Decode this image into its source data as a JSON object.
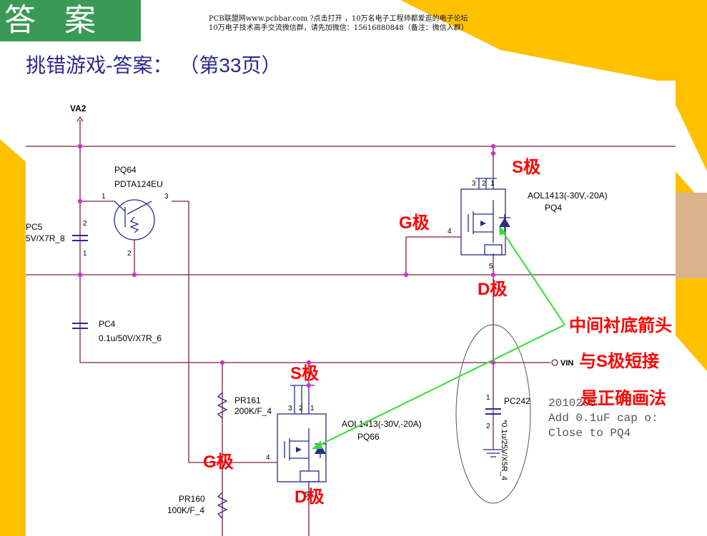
{
  "badge": {
    "text": "答案"
  },
  "banner": {
    "line1": "PCB联盟网www.pcbbar.com ?点击打开 ，10万名电子工程师都爱逛的电子论坛",
    "line2": "10万电子技术高手交流微信群，请先加微信：15616880848（备注：微信入群）"
  },
  "heading": {
    "prefix": "挑错游戏-答案：  （第",
    "page": "33",
    "suffix": "页）"
  },
  "schematic": {
    "rail": "VA2",
    "vin": "VIN",
    "pq64": {
      "ref": "PQ64",
      "part": "PDTA124EU",
      "pins": [
        "1",
        "3",
        "2"
      ]
    },
    "pc5": {
      "ref": "PC5",
      "value": "5V/X7R_8",
      "pins": [
        "2",
        "1"
      ]
    },
    "pc4": {
      "ref": "PC4",
      "value": "0.1u/50V/X7R_6"
    },
    "pq4": {
      "ref": "PQ4",
      "part": "AOL1413(-30V,-20A)",
      "pins": [
        "3",
        "2",
        "1",
        "4",
        "5"
      ]
    },
    "pq66": {
      "ref": "PQ66",
      "part": "AOL1413(-30V,-20A)",
      "pins": [
        "3",
        "2",
        "1",
        "4",
        "5"
      ]
    },
    "pr161": {
      "ref": "PR161",
      "value": "200K/F_4"
    },
    "pr160": {
      "ref": "PR160",
      "value": "100K/F_4"
    },
    "pc242": {
      "ref": "PC242",
      "value": "*0.1u/25V/X5R_4",
      "pins": [
        "1",
        "2"
      ]
    },
    "note": [
      "2010208",
      "Add 0.1uF cap o:",
      "Close to PQ4"
    ]
  },
  "annotations": {
    "s_top": "S极",
    "g_top": "G极",
    "d_top": "D极",
    "s_bottom": "S极",
    "g_bottom": "G极",
    "d_bottom": "D极",
    "explanation": [
      "中间衬底箭头",
      "与S极短接",
      "是正确画法"
    ]
  },
  "colors": {
    "badge": "#3a9a55",
    "heading": "#2a2a8c",
    "annotation": "#ff0000",
    "arrow": "#33dd33",
    "junction": "#cc33cc",
    "stripe": "#ffc000"
  }
}
